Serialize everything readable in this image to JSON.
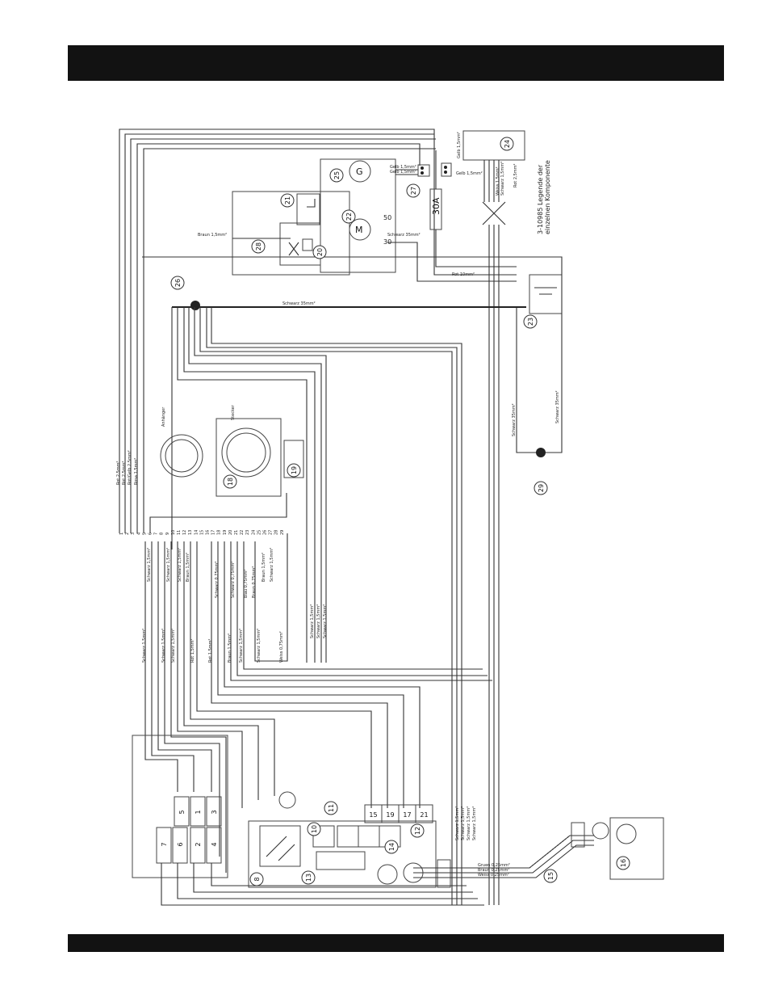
{
  "callouts": {
    "c8": "8",
    "c10": "10",
    "c11": "11",
    "c12": "12",
    "c13": "13",
    "c14": "14",
    "c15": "15",
    "c16": "16",
    "c18": "18",
    "c19": "19",
    "c20": "20",
    "c21": "21",
    "c22": "22",
    "c23": "23",
    "c24": "24",
    "c25": "25",
    "c26": "26",
    "c27": "27",
    "c28": "28",
    "c29": "29"
  },
  "wire_labels": {
    "gelb1": "Gelb 1,5mm²",
    "gelb2": "Gelb 1,5mm²",
    "gelb3": "Gelb 1,5mm²",
    "gelb4": "Gelb 1,5mm²",
    "braun_valve": "Braun 1,5mm²",
    "schwarz35_top": "Schwarz 35mm²",
    "schwarz35_mid": "Schwarz 35mm²",
    "rot10": "Rot 10mm²",
    "schwarz35_v1": "Schwarz 35mm²",
    "schwarz35_v2": "Schwarz 35mm²",
    "weiss15": "Weiss 1,5mm²",
    "schwarz15": "Schwarz 1,5mm²",
    "rot25": "Rot 2,5mm²",
    "rot_a": "Rot 2,5mm²",
    "rot_b": "Rot 2,5mm²",
    "rotgelb": "Rot/Gelb 2,5mm²",
    "rosa": "Rosa 1,5mm²",
    "gruen025": "Gruen 0,25mm²",
    "braun025": "Braun 0,25mm²",
    "weiss025": "Weiss 0,25mm²"
  },
  "text": {
    "fuse": "30A",
    "legend1": "3-10985  Legende der",
    "legend2": "einzelnen Komponente",
    "socket_a": "Anhänger",
    "socket_b": "Stecker",
    "t50": "50",
    "t30": "30",
    "t15": "15",
    "m_label": "M",
    "g_label": "G"
  },
  "terminals": [
    "15",
    "19",
    "17",
    "21"
  ],
  "relays_top": [
    "5",
    "1",
    "3"
  ],
  "relays_bottom": [
    "7",
    "6",
    "2",
    "4"
  ],
  "pin_numbers": [
    "1",
    "2",
    "3",
    "4",
    "5",
    "6",
    "7",
    "8",
    "9",
    "10",
    "11",
    "12",
    "13",
    "14",
    "15",
    "16",
    "17",
    "18",
    "19",
    "20",
    "21",
    "22",
    "23",
    "24",
    "25",
    "26",
    "27",
    "28",
    "29"
  ],
  "bundle_labels": [
    "Schwarz 1,5mm²",
    "Schwarz 1,5mm²",
    "Schwarz 1,5mm²",
    "Schwarz 1,5mm²",
    "Schwarz 1,5mm²",
    "Schwarz 1,5mm²",
    "Braun 1,5mm²",
    "Rot 1,5mm²",
    "Rot 1,5mm²",
    "Schwarz 0,75mm²",
    "Braun 1,5mm²",
    "Schwarz 0,75mm²",
    "Schwarz 1,5mm²",
    "Blau 0,75mm²",
    "Braun 0,75mm²",
    "Schwarz 1,5mm²",
    "Braun 1,5mm²",
    "Schwarz 1,5mm²",
    "Weiss 0,75mm²"
  ],
  "sidebar_labels": [
    "Schwarz 1,5mm²",
    "Schwarz 1,5mm²",
    "Schwarz 1,5mm²",
    "Schwarz 1,5mm²"
  ],
  "wire_colors": {
    "line": "#333333",
    "bar": "#121212"
  }
}
